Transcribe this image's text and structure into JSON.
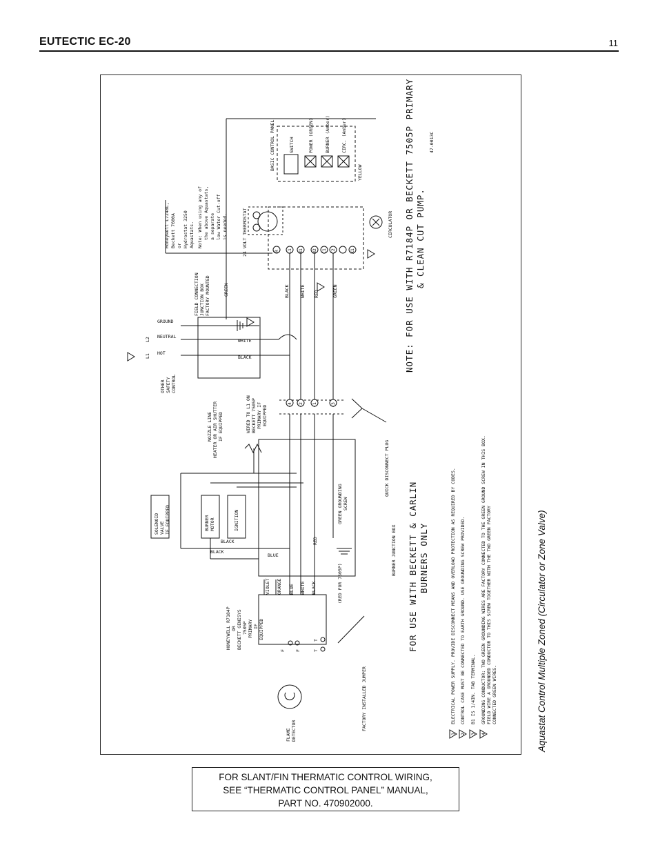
{
  "header": {
    "title": "EUTECTIC EC-20",
    "page_number": "11"
  },
  "side_caption": "Aquastat Control Multiple Zoned (Circulator or Zone Valve)",
  "footer_note": {
    "line1": "FOR SLANT/FIN THERMATIC CONTROL WIRING,",
    "line2": "SEE “THERMATIC CONTROL PANEL” MANUAL,",
    "line3": "PART NO. 470902000."
  },
  "diagram": {
    "main_note_line1": "NOTE: FOR USE WITH R7184P OR BECKETT 7505P PRIMARY",
    "main_note_line2": "& CLEAN CUT PUMP.",
    "beckett_note_line1": "FOR USE WITH BECKETT & CARLIN",
    "beckett_note_line2": "BURNERS ONLY",
    "drawing_number": "47-0013C",
    "basic_control_panel": "BASIC CONTROL PANEL",
    "switch": "SWITCH",
    "power_green": "POWER (GREEN)",
    "burner_amber": "BURNER (Amber)",
    "circ_amber": "CIRC. (Amber)",
    "aquastat_line1": "Honeywell L7248L,",
    "aquastat_line2": "Beckett 7600A",
    "aquastat_line3": "or",
    "aquastat_line4": "Hydrostat 3250",
    "aquastat_line5": "Aquastats.",
    "aquastat_note_line1": "Note: When using any of",
    "aquastat_note_line2": "the above Aquastats,",
    "aquastat_note_line3": "a separate",
    "aquastat_note_line4": "low Water Cut-off",
    "aquastat_note_line5": "is needed.",
    "thermostat": "24 VOLT THERMOSTAT",
    "circulator": "CIRCULATOR",
    "junction_box_line1": "FIELD CONNECTION",
    "junction_box_line2": "JUNCTION BOX",
    "junction_box_line3": "FACTORY MOUNTED",
    "wire_green": "GREEN",
    "wire_black": "BLACK",
    "wire_white": "WHITE",
    "wire_red": "RED",
    "wire_yellow": "YELLOW",
    "wire_blue": "BLUE",
    "wire_violet": "VIOLET",
    "wire_orange": "ORANGE",
    "ground": "GROUND",
    "neutral": "NEUTRAL",
    "hot": "HOT",
    "l1": "L1",
    "l2": "L2",
    "other_safety_line1": "OTHER",
    "other_safety_line2": "SAFETY",
    "other_safety_line3": "CONTROL",
    "nozzle_heater_line1": "NOZZLE LINE",
    "nozzle_heater_line2": "HEATER OR AIR SHUTTER",
    "nozzle_heater_line3": "IF EQUIPPED",
    "wired_to_l1_line1": "WIRED TO L1 ON",
    "wired_to_l1_line2": "BECKETT 7505P",
    "wired_to_l1_line3": "PRIMARY IF",
    "wired_to_l1_line4": "EQUIPPED",
    "quick_disconnect": "QUICK DISCONNECT PLUG",
    "solenoid_line1": "SOLENOID",
    "solenoid_line2": "VALVE",
    "solenoid_line3": "IF EQUIPPED",
    "burner_motor_line1": "BURNER",
    "burner_motor_line2": "MOTOR",
    "ignition": "IGNITION",
    "green_grounding_line1": "GREEN GROUNDING",
    "green_grounding_line2": "SCREW",
    "burner_junction_box": "BURNER JUNCTION BOX",
    "primary_line1": "HONEYWELL R7184P",
    "primary_line2": "OR",
    "primary_line3": "BECKETT GENISYS",
    "primary_line4": "7505P",
    "primary_line5": "PRIMARY",
    "primary_line6": "IF",
    "primary_line7": "EQUIPPED",
    "red_for_7505p": "(RED FOR 7505P)",
    "factory_jumper": "FACTORY INSTALLED JUMPER",
    "flame_detector_line1": "FLAME",
    "flame_detector_line2": "DETECTOR",
    "terminal_f": "F",
    "terminal_t": "T",
    "term_r": "R",
    "term_l1": "L1",
    "term_b1": "B1",
    "term_b2": "B2",
    "term_c1": "C1",
    "term_c2": "C2",
    "term_x1": "X1",
    "plug_1": "1",
    "plug_2": "2",
    "plug_3": "3",
    "plug_4": "4",
    "note_1": "ELECTRICAL POWER SUPPLY. PROVIDE DISCONNECT MEANS AND OVERLOAD PROTECTION AS REQUIRED BY CODES.",
    "note_2": "CONTROL CASE MUST BE CONNECTED TO EARTH GROUND. USE GROUNDING SCREW PROVIDED.",
    "note_3": "B1 IS 1/4IN. TAB TERMINAL.",
    "note_4_line1": "GROUNDING CONDUCTOR: TWO GREEN GROUNDING WIRES ARE FACTORY CONNECTED TO THE GREEN GROUND SCREW IN THIS BOX.",
    "note_4_line2": "FIELD WIRE A GROUNDED CONDUCTOR TO THIS SCREW TOGETHER WITH THE TWO GREEN FACTORY",
    "note_4_line3": "CONNECTED GREEN WIRES.",
    "note_numbers": [
      "1",
      "2",
      "3",
      "4"
    ]
  }
}
